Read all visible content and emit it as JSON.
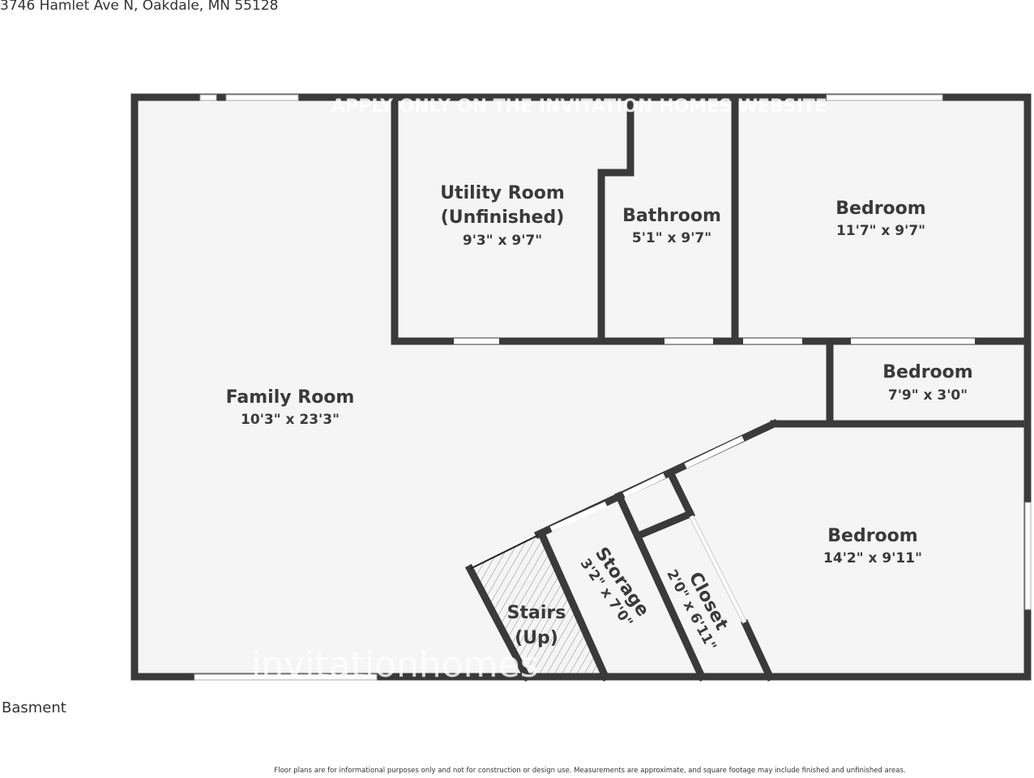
{
  "header": {
    "address": "3746 Hamlet Ave N, Oakdale, MN 55128"
  },
  "floor_label": "Basment",
  "disclaimer": "Floor plans are for informational purposes only and not for construction or design use. Measurements are approximate, and square footage may include finished and unfinished areas.",
  "watermark": {
    "text": "APPLY ONLY ON THE INVITATION HOMES WEBSITE",
    "logo": "invitationhomes"
  },
  "rooms": [
    {
      "name": "Utility Room",
      "name2": "(Unfinished)",
      "dims": "9'3\" x 9'7\""
    },
    {
      "name": "Bathroom",
      "dims": "5'1\" x 9'7\""
    },
    {
      "name": "Bedroom",
      "dims": "11'7\" x 9'7\""
    },
    {
      "name": "Bedroom",
      "dims": "7'9\" x 3'0\""
    },
    {
      "name": "Family Room",
      "dims": "10'3\" x 23'3\""
    },
    {
      "name": "Bedroom",
      "dims": "14'2\" x 9'11\""
    },
    {
      "name": "Stairs",
      "name2": "(Up)"
    },
    {
      "name": "Storage",
      "dims": "3'2\" x 7'0\""
    },
    {
      "name": "Closet",
      "dims": "2'0\" x 6'11\""
    }
  ],
  "colors": {
    "wall": "#3a3a3a",
    "floor": "#f5f5f5"
  }
}
